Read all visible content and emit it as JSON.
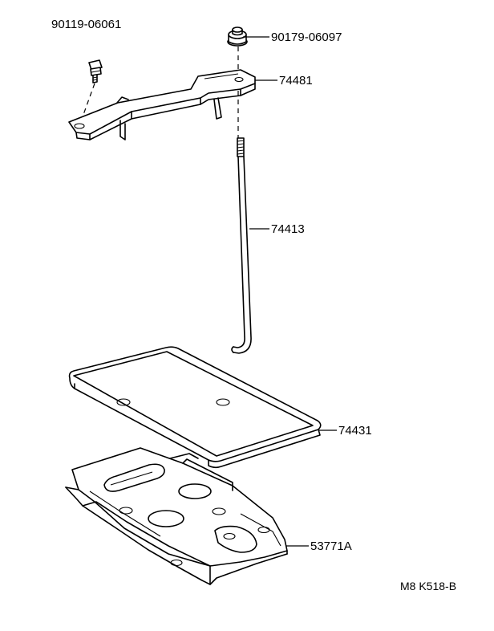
{
  "parts": [
    {
      "number": "90119-06061"
    },
    {
      "number": "90179-06097"
    },
    {
      "number": "74481"
    },
    {
      "number": "74413"
    },
    {
      "number": "74431"
    },
    {
      "number": "53771A"
    }
  ],
  "diagram_ref": "M8 K518-B"
}
